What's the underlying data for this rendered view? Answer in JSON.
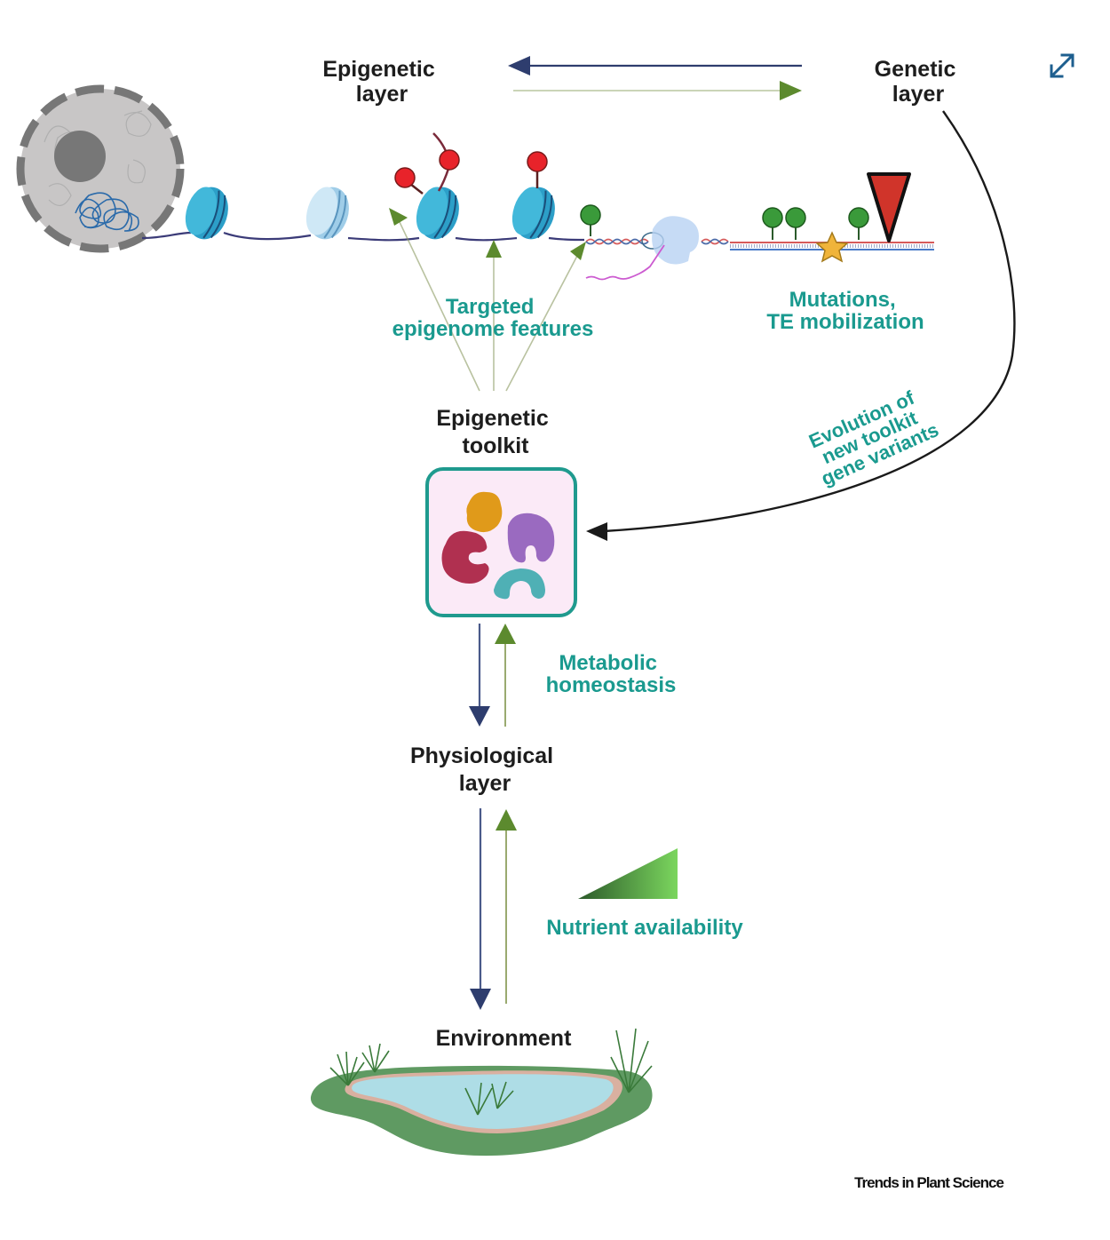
{
  "figure": {
    "layers": {
      "epigenetic_layer": [
        "Epigenetic",
        "layer"
      ],
      "genetic_layer": [
        "Genetic",
        "layer"
      ],
      "epigenetic_toolkit": [
        "Epigenetic",
        "toolkit"
      ],
      "physiological_layer": [
        "Physiological",
        "layer"
      ],
      "environment": "Environment"
    },
    "annotations": {
      "targeted_features": [
        "Targeted",
        "epigenome features"
      ],
      "mutations": [
        "Mutations,",
        "TE mobilization"
      ],
      "evolution": [
        "Evolution of",
        "new toolkit",
        "gene variants"
      ],
      "metabolic": [
        "Metabolic",
        "homeostasis"
      ],
      "nutrient": "Nutrient availability"
    },
    "credit": "Trends in Plant Science",
    "colors": {
      "teal_text": "#1a9a8f",
      "navy_arrow": "#2e3d6e",
      "green_arrow": "#5c8a2e",
      "nucleosome": "#2aa0c9",
      "modification_red": "#e8232a",
      "modification_green": "#3a9a3a",
      "toolkit_border": "#1f9a8e",
      "toolkit_fill": "#fbeaf7"
    },
    "icons": {
      "expand": "expand-arrows-icon"
    }
  }
}
